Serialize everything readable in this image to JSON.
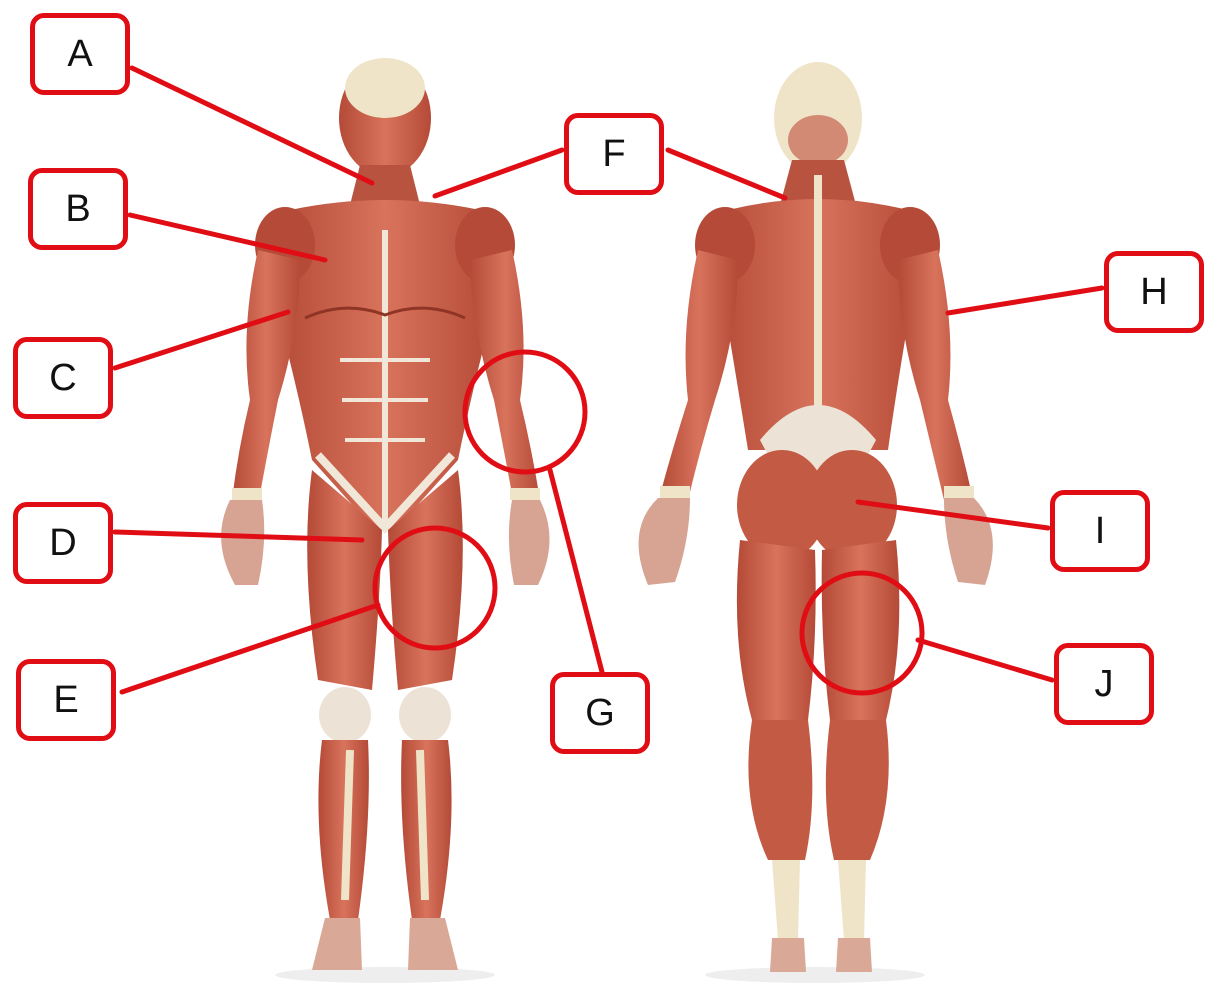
{
  "labels": [
    {
      "id": "A",
      "text": "A"
    },
    {
      "id": "B",
      "text": "B"
    },
    {
      "id": "C",
      "text": "C"
    },
    {
      "id": "D",
      "text": "D"
    },
    {
      "id": "E",
      "text": "E"
    },
    {
      "id": "F",
      "text": "F"
    },
    {
      "id": "G",
      "text": "G"
    },
    {
      "id": "H",
      "text": "H"
    },
    {
      "id": "I",
      "text": "I"
    },
    {
      "id": "J",
      "text": "J"
    }
  ],
  "figures": [
    {
      "name": "anterior-view",
      "depicts": "human muscular system front view"
    },
    {
      "name": "posterior-view",
      "depicts": "human muscular system back view"
    }
  ],
  "colors": {
    "callout": "#e10d14",
    "muscle": "#c95a45",
    "muscle_dark": "#a63d2c",
    "tendon": "#f1e7d8",
    "bone": "#efe4c8",
    "background": "#ffffff"
  }
}
